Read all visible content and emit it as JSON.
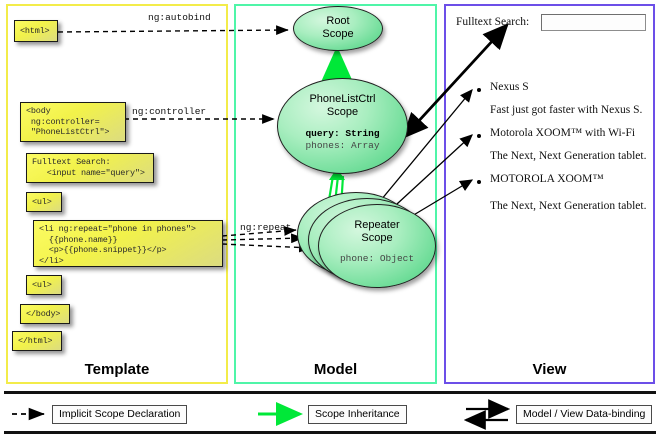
{
  "panels": [
    {
      "id": "template",
      "label": "Template",
      "border_color": "#f3ec4a"
    },
    {
      "id": "model",
      "label": "Model",
      "border_color": "#4ff5a8"
    },
    {
      "id": "view",
      "label": "View",
      "border_color": "#6c4fe8"
    }
  ],
  "template": {
    "boxes": [
      {
        "id": "html-open",
        "text": "<html>"
      },
      {
        "id": "body-open",
        "text": "<body\n ng:controller=\n \"PhoneListCtrl\">"
      },
      {
        "id": "search",
        "text": "Fulltext Search:\n   <input name=\"query\">"
      },
      {
        "id": "ul-open",
        "text": "<ul>"
      },
      {
        "id": "li-repeat",
        "text": "<li ng:repeat=\"phone in phones\">\n  {{phone.name}}\n  <p>{{phone.snippet}}</p>\n</li>"
      },
      {
        "id": "ul-close",
        "text": "<ul>"
      },
      {
        "id": "body-close",
        "text": "</body>"
      },
      {
        "id": "html-close",
        "text": "</html>"
      }
    ]
  },
  "model": {
    "scopes": [
      {
        "id": "root-scope",
        "title": "Root\nScope",
        "props": ""
      },
      {
        "id": "phonelistctrl-scope",
        "title": "PhoneListCtrl\nScope",
        "prop_highlight": "query: String",
        "prop_plain": "phones: Array"
      },
      {
        "id": "repeater-scope",
        "title": "Repeater\nScope",
        "props": "phone: Object"
      }
    ]
  },
  "view": {
    "search_label": "Fulltext Search:",
    "search_value": "",
    "phones": [
      {
        "name": "Nexus S",
        "snippet": "Fast just got faster with Nexus S."
      },
      {
        "name": "Motorola XOOM™  with Wi-Fi",
        "snippet": "The Next, Next Generation tablet."
      },
      {
        "name": "MOTOROLA XOOM™",
        "snippet": "The Next, Next Generation tablet."
      }
    ]
  },
  "edges": {
    "autobind": "ng:autobind",
    "controller": "ng:controller",
    "repeat": "ng:repeat"
  },
  "legend": [
    {
      "id": "implicit-scope-declaration",
      "label": "Implicit Scope Declaration",
      "marker": "dashed-arrow",
      "color": "#000000"
    },
    {
      "id": "scope-inheritance",
      "label": "Scope Inheritance",
      "marker": "green-arrow",
      "color": "#00e838"
    },
    {
      "id": "model-view-data-binding",
      "label": "Model / View Data-binding",
      "marker": "double-arrow",
      "color": "#000000"
    }
  ],
  "colors": {
    "template_border": "#f3ec4a",
    "model_border": "#4ff5a8",
    "view_border": "#6c4fe8",
    "code_fill": "#f2f24a",
    "scope_fill": "#6fdd99",
    "inheritance_arrow": "#00e838"
  }
}
